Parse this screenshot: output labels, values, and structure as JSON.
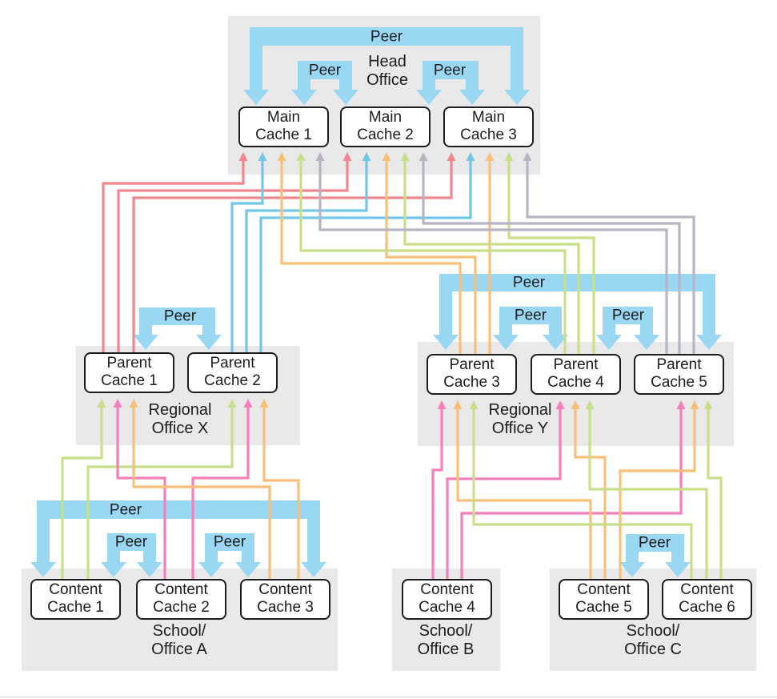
{
  "peer": {
    "label": "Peer"
  },
  "colors": {
    "peer_blue": "#9ad7f3",
    "red": "#f2868d",
    "blue": "#72c6e8",
    "orange": "#f7c078",
    "green": "#c8df88",
    "gray": "#b9b3c4",
    "pink": "#f57fbc",
    "region_gray": "#e9e9ea",
    "ink": "#1d1d1f"
  },
  "offices": {
    "head": {
      "name_line1": "Head",
      "name_line2": "Office",
      "caches": [
        {
          "line1": "Main",
          "line2": "Cache 1"
        },
        {
          "line1": "Main",
          "line2": "Cache 2"
        },
        {
          "line1": "Main",
          "line2": "Cache 3"
        }
      ]
    },
    "region_x": {
      "name_line1": "Regional",
      "name_line2": "Office X",
      "caches": [
        {
          "line1": "Parent",
          "line2": "Cache 1"
        },
        {
          "line1": "Parent",
          "line2": "Cache 2"
        }
      ]
    },
    "region_y": {
      "name_line1": "Regional",
      "name_line2": "Office Y",
      "caches": [
        {
          "line1": "Parent",
          "line2": "Cache 3"
        },
        {
          "line1": "Parent",
          "line2": "Cache 4"
        },
        {
          "line1": "Parent",
          "line2": "Cache 5"
        }
      ]
    },
    "school_a": {
      "name_line1": "School/",
      "name_line2": "Office A",
      "caches": [
        {
          "line1": "Content",
          "line2": "Cache 1"
        },
        {
          "line1": "Content",
          "line2": "Cache 2"
        },
        {
          "line1": "Content",
          "line2": "Cache 3"
        }
      ]
    },
    "school_b": {
      "name_line1": "School/",
      "name_line2": "Office B",
      "caches": [
        {
          "line1": "Content",
          "line2": "Cache 4"
        }
      ]
    },
    "school_c": {
      "name_line1": "School/",
      "name_line2": "Office C",
      "caches": [
        {
          "line1": "Content",
          "line2": "Cache 5"
        },
        {
          "line1": "Content",
          "line2": "Cache 6"
        }
      ]
    }
  },
  "peer_links": [
    {
      "id": "head-outer",
      "between": [
        "main-cache-1",
        "main-cache-3"
      ]
    },
    {
      "id": "head-left",
      "between": [
        "main-cache-1",
        "main-cache-2"
      ]
    },
    {
      "id": "head-right",
      "between": [
        "main-cache-2",
        "main-cache-3"
      ]
    },
    {
      "id": "region-x",
      "between": [
        "parent-cache-1",
        "parent-cache-2"
      ]
    },
    {
      "id": "region-y-outer",
      "between": [
        "parent-cache-3",
        "parent-cache-5"
      ]
    },
    {
      "id": "region-y-left",
      "between": [
        "parent-cache-3",
        "parent-cache-4"
      ]
    },
    {
      "id": "region-y-right",
      "between": [
        "parent-cache-4",
        "parent-cache-5"
      ]
    },
    {
      "id": "school-a-outer",
      "between": [
        "content-cache-1",
        "content-cache-3"
      ]
    },
    {
      "id": "school-a-left",
      "between": [
        "content-cache-1",
        "content-cache-2"
      ]
    },
    {
      "id": "school-a-right",
      "between": [
        "content-cache-2",
        "content-cache-3"
      ]
    },
    {
      "id": "school-c",
      "between": [
        "content-cache-5",
        "content-cache-6"
      ]
    }
  ],
  "connections": [
    {
      "from": "parent-cache-1",
      "to": "main-cache-1",
      "color": "red"
    },
    {
      "from": "parent-cache-1",
      "to": "main-cache-2",
      "color": "red"
    },
    {
      "from": "parent-cache-1",
      "to": "main-cache-3",
      "color": "red"
    },
    {
      "from": "parent-cache-2",
      "to": "main-cache-1",
      "color": "blue"
    },
    {
      "from": "parent-cache-2",
      "to": "main-cache-2",
      "color": "blue"
    },
    {
      "from": "parent-cache-2",
      "to": "main-cache-3",
      "color": "blue"
    },
    {
      "from": "parent-cache-3",
      "to": "main-cache-1",
      "color": "orange"
    },
    {
      "from": "parent-cache-3",
      "to": "main-cache-2",
      "color": "orange"
    },
    {
      "from": "parent-cache-3",
      "to": "main-cache-3",
      "color": "orange"
    },
    {
      "from": "parent-cache-4",
      "to": "main-cache-1",
      "color": "green"
    },
    {
      "from": "parent-cache-4",
      "to": "main-cache-2",
      "color": "green"
    },
    {
      "from": "parent-cache-4",
      "to": "main-cache-3",
      "color": "green"
    },
    {
      "from": "parent-cache-5",
      "to": "main-cache-1",
      "color": "gray"
    },
    {
      "from": "parent-cache-5",
      "to": "main-cache-2",
      "color": "gray"
    },
    {
      "from": "parent-cache-5",
      "to": "main-cache-3",
      "color": "gray"
    },
    {
      "from": "content-cache-1",
      "to": "parent-cache-1",
      "color": "green"
    },
    {
      "from": "content-cache-1",
      "to": "parent-cache-2",
      "color": "green"
    },
    {
      "from": "content-cache-2",
      "to": "parent-cache-1",
      "color": "pink"
    },
    {
      "from": "content-cache-2",
      "to": "parent-cache-2",
      "color": "pink"
    },
    {
      "from": "content-cache-3",
      "to": "parent-cache-1",
      "color": "orange"
    },
    {
      "from": "content-cache-3",
      "to": "parent-cache-2",
      "color": "orange"
    },
    {
      "from": "content-cache-4",
      "to": "parent-cache-3",
      "color": "pink"
    },
    {
      "from": "content-cache-4",
      "to": "parent-cache-4",
      "color": "pink"
    },
    {
      "from": "content-cache-4",
      "to": "parent-cache-5",
      "color": "pink"
    },
    {
      "from": "content-cache-5",
      "to": "parent-cache-3",
      "color": "orange"
    },
    {
      "from": "content-cache-5",
      "to": "parent-cache-4",
      "color": "orange"
    },
    {
      "from": "content-cache-5",
      "to": "parent-cache-5",
      "color": "orange"
    },
    {
      "from": "content-cache-6",
      "to": "parent-cache-3",
      "color": "green"
    },
    {
      "from": "content-cache-6",
      "to": "parent-cache-4",
      "color": "green"
    },
    {
      "from": "content-cache-6",
      "to": "parent-cache-5",
      "color": "green"
    }
  ]
}
